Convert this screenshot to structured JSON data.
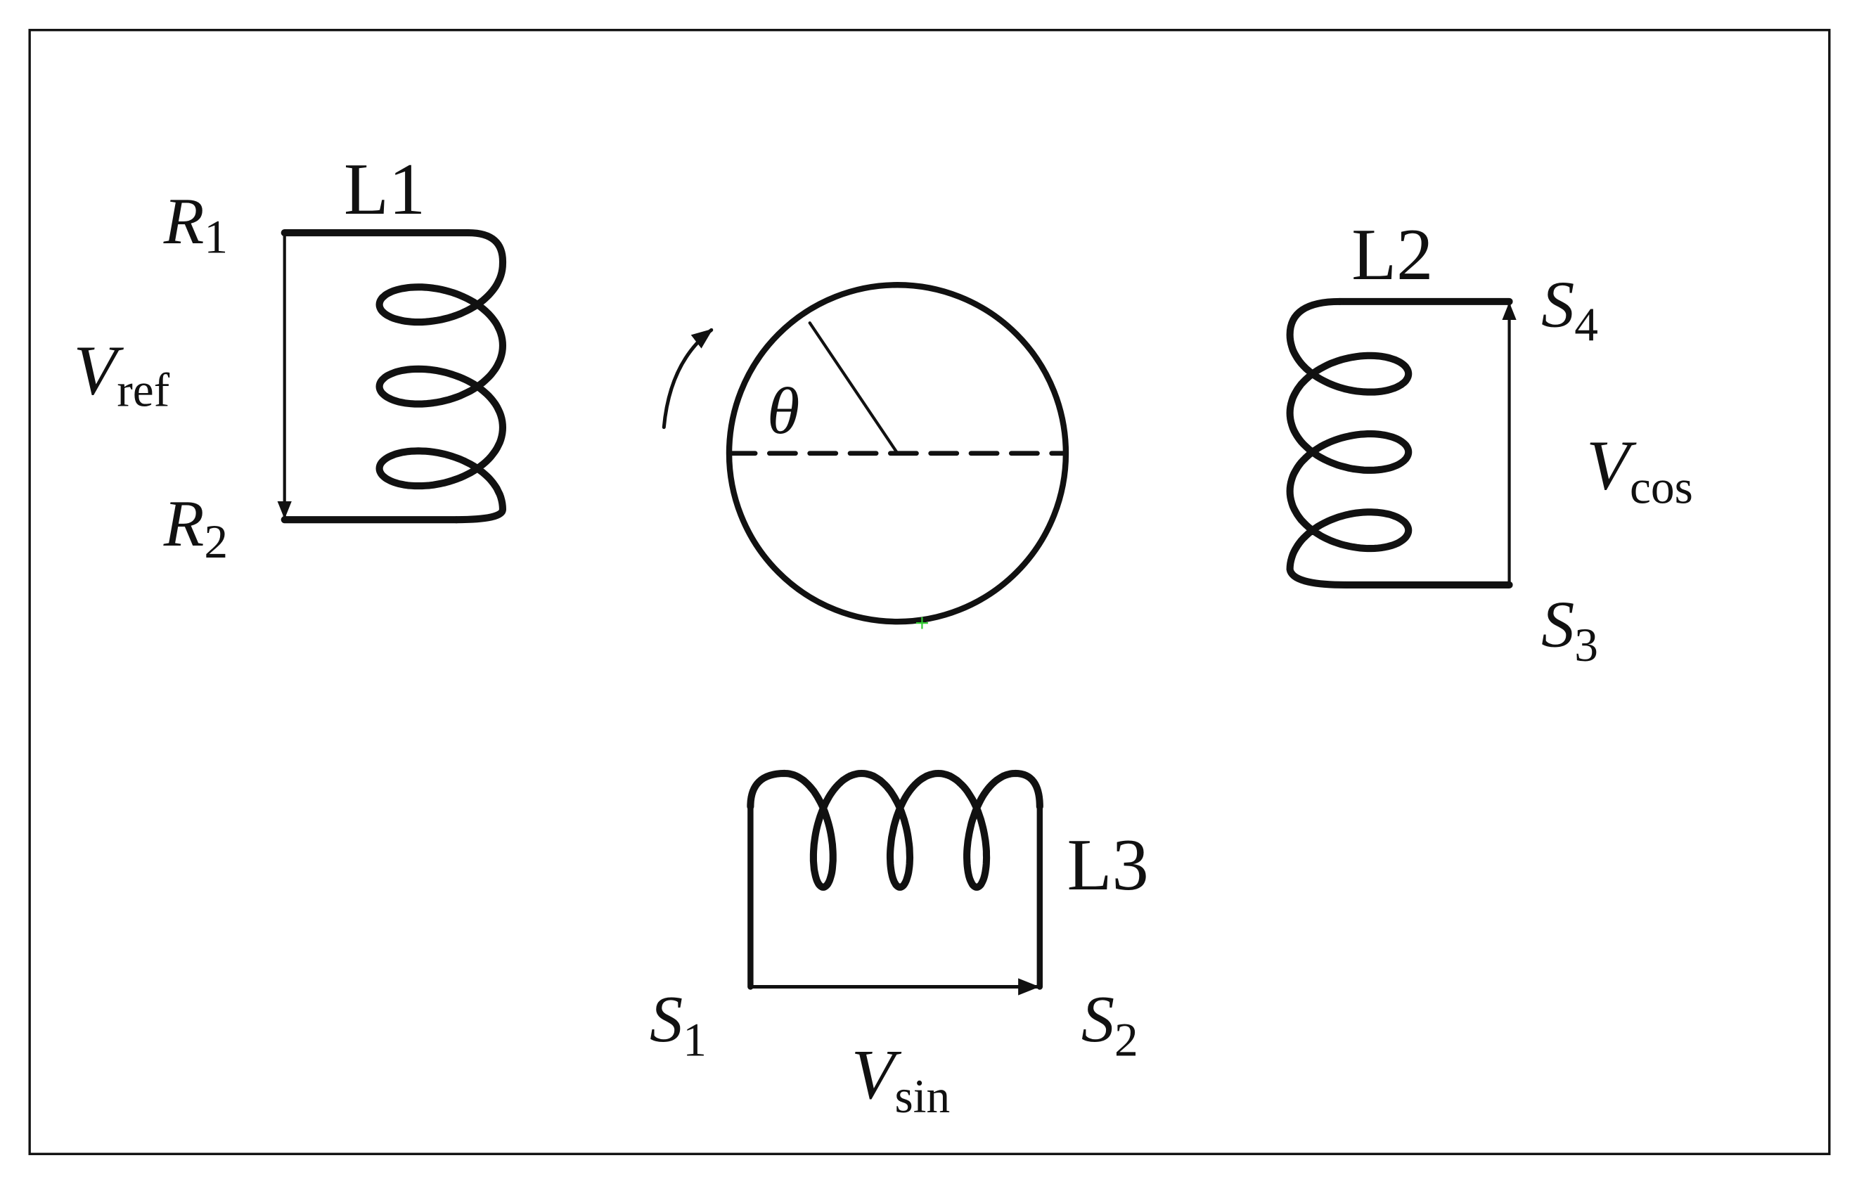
{
  "diagram": {
    "coils": {
      "l1": {
        "name": "L1",
        "term_top": "R",
        "term_top_sub": "1",
        "term_bottom": "R",
        "term_bottom_sub": "2",
        "voltage": "V",
        "voltage_sub": "ref"
      },
      "l2": {
        "name": "L2",
        "term_top": "S",
        "term_top_sub": "4",
        "term_bottom": "S",
        "term_bottom_sub": "3",
        "voltage": "V",
        "voltage_sub": "cos"
      },
      "l3": {
        "name": "L3",
        "term_left": "S",
        "term_left_sub": "1",
        "term_right": "S",
        "term_right_sub": "2",
        "voltage": "V",
        "voltage_sub": "sin"
      }
    },
    "rotor": {
      "angle_label": "θ"
    },
    "colors": {
      "ink": "#111111",
      "marker": "#33cc33"
    }
  }
}
